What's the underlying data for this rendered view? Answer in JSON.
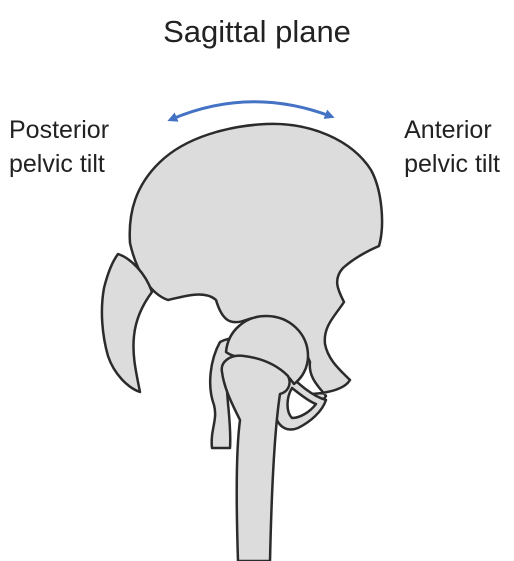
{
  "title": "Sagittal plane",
  "labels": {
    "left": {
      "line1": "Posterior",
      "line2": "pelvic tilt"
    },
    "right": {
      "line1": "Anterior",
      "line2": "pelvic tilt"
    }
  },
  "colors": {
    "arrow": "#4472c4",
    "bone_fill": "#dcdcdc",
    "bone_outline": "#2b2b2b",
    "text": "#222222"
  },
  "icons": {
    "arrow": "double-headed-curved-arrow",
    "figure": "pelvis-and-femur-lateral-view"
  }
}
